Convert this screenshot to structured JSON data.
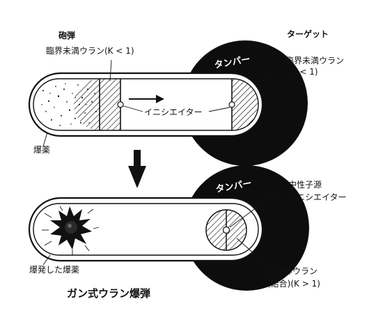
{
  "top": {
    "gun_title": "砲弾",
    "gun_uranium": "臨界未満ウラン(K < 1)",
    "target_title": "ターゲット",
    "target_uranium_line1": "臨界未満ウラン",
    "target_uranium_line2": "(K < 1)",
    "tamper": "タンパー",
    "initiator": "イニシエイター",
    "explosive": "爆薬"
  },
  "bottom": {
    "tamper": "タンパー",
    "source_line1": "中性子源",
    "source_line2": "イニシエイター",
    "exploded": "爆発した爆薬",
    "super_line1": "超臨界ウラン",
    "super_line2": "(結合)(K > 1)"
  },
  "caption": "ガン式ウラン爆弾",
  "colors": {
    "ink": "#111111",
    "tamper": "#0d0d0d",
    "paper": "#ffffff"
  }
}
